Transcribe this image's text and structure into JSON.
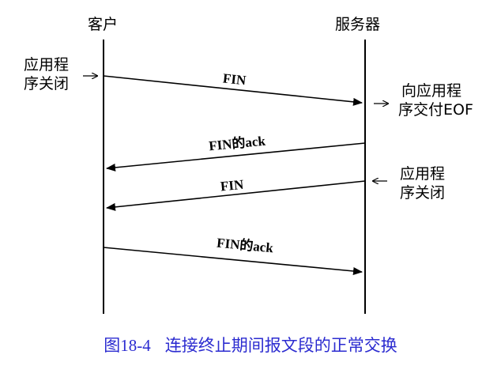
{
  "actors": {
    "client": "客户",
    "server": "服务器"
  },
  "notes": {
    "client_close": [
      "应用程",
      "序关闭"
    ],
    "server_eof": [
      "向应用程",
      "序交付EOF"
    ],
    "server_close": [
      "应用程",
      "序关闭"
    ]
  },
  "messages": [
    {
      "label": "FIN",
      "from": "client",
      "to": "server"
    },
    {
      "label": "FIN的ack",
      "from": "server",
      "to": "client"
    },
    {
      "label": "FIN",
      "from": "server",
      "to": "client"
    },
    {
      "label": "FIN的ack",
      "from": "client",
      "to": "server"
    }
  ],
  "caption": {
    "number": "图18-4",
    "text": "连接终止期间报文段的正常交换"
  },
  "colors": {
    "caption": "#2b2bd0",
    "lines": "#000000"
  }
}
